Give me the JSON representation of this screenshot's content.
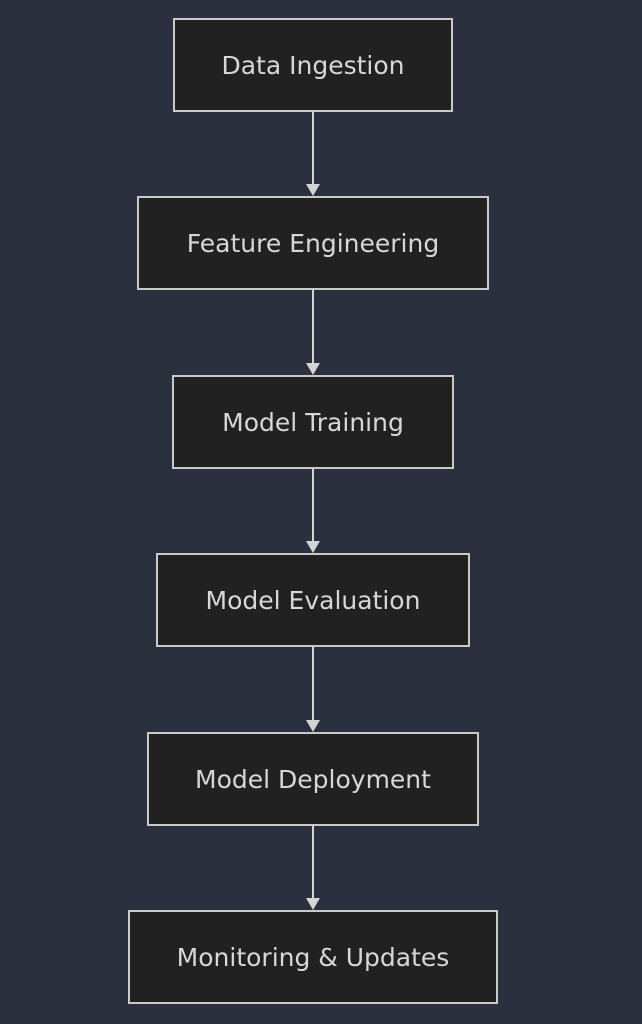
{
  "diagram": {
    "nodes": [
      {
        "id": "data-ingestion",
        "label": "Data Ingestion"
      },
      {
        "id": "feature-engineering",
        "label": "Feature Engineering"
      },
      {
        "id": "model-training",
        "label": "Model Training"
      },
      {
        "id": "model-evaluation",
        "label": "Model Evaluation"
      },
      {
        "id": "model-deployment",
        "label": "Model Deployment"
      },
      {
        "id": "monitoring-updates",
        "label": "Monitoring & Updates"
      }
    ],
    "edges": [
      {
        "from": "data-ingestion",
        "to": "feature-engineering"
      },
      {
        "from": "feature-engineering",
        "to": "model-training"
      },
      {
        "from": "model-training",
        "to": "model-evaluation"
      },
      {
        "from": "model-evaluation",
        "to": "model-deployment"
      },
      {
        "from": "model-deployment",
        "to": "monitoring-updates"
      }
    ],
    "colors": {
      "background": "#2b303e",
      "node_fill": "#212121",
      "node_border": "#c9c9c9",
      "text": "#d7d7d7",
      "connector": "#d4d4d4"
    }
  }
}
